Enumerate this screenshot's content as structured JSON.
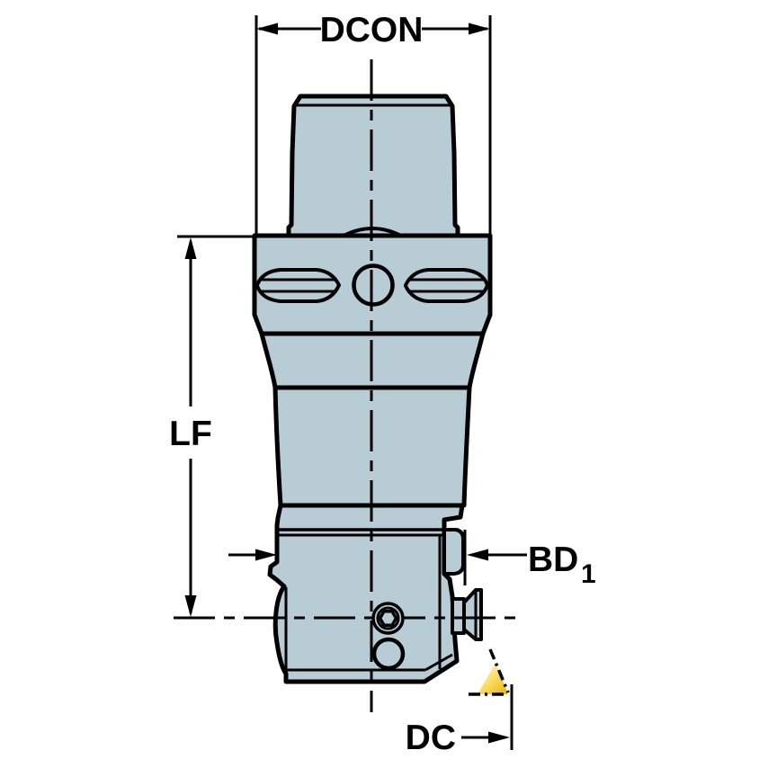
{
  "drawing": {
    "title": "tool-holder-dimension-drawing",
    "labels": {
      "dcon": "DCON",
      "lf": "LF",
      "bd": "BD",
      "bd_sub": "1",
      "dc": "DC"
    },
    "colors": {
      "body": "#b8ccd5",
      "line": "#000000",
      "background": "#ffffff",
      "insert_light": "#fffdf0",
      "insert_mid": "#fbe57a",
      "insert_dark": "#edb90f"
    }
  }
}
